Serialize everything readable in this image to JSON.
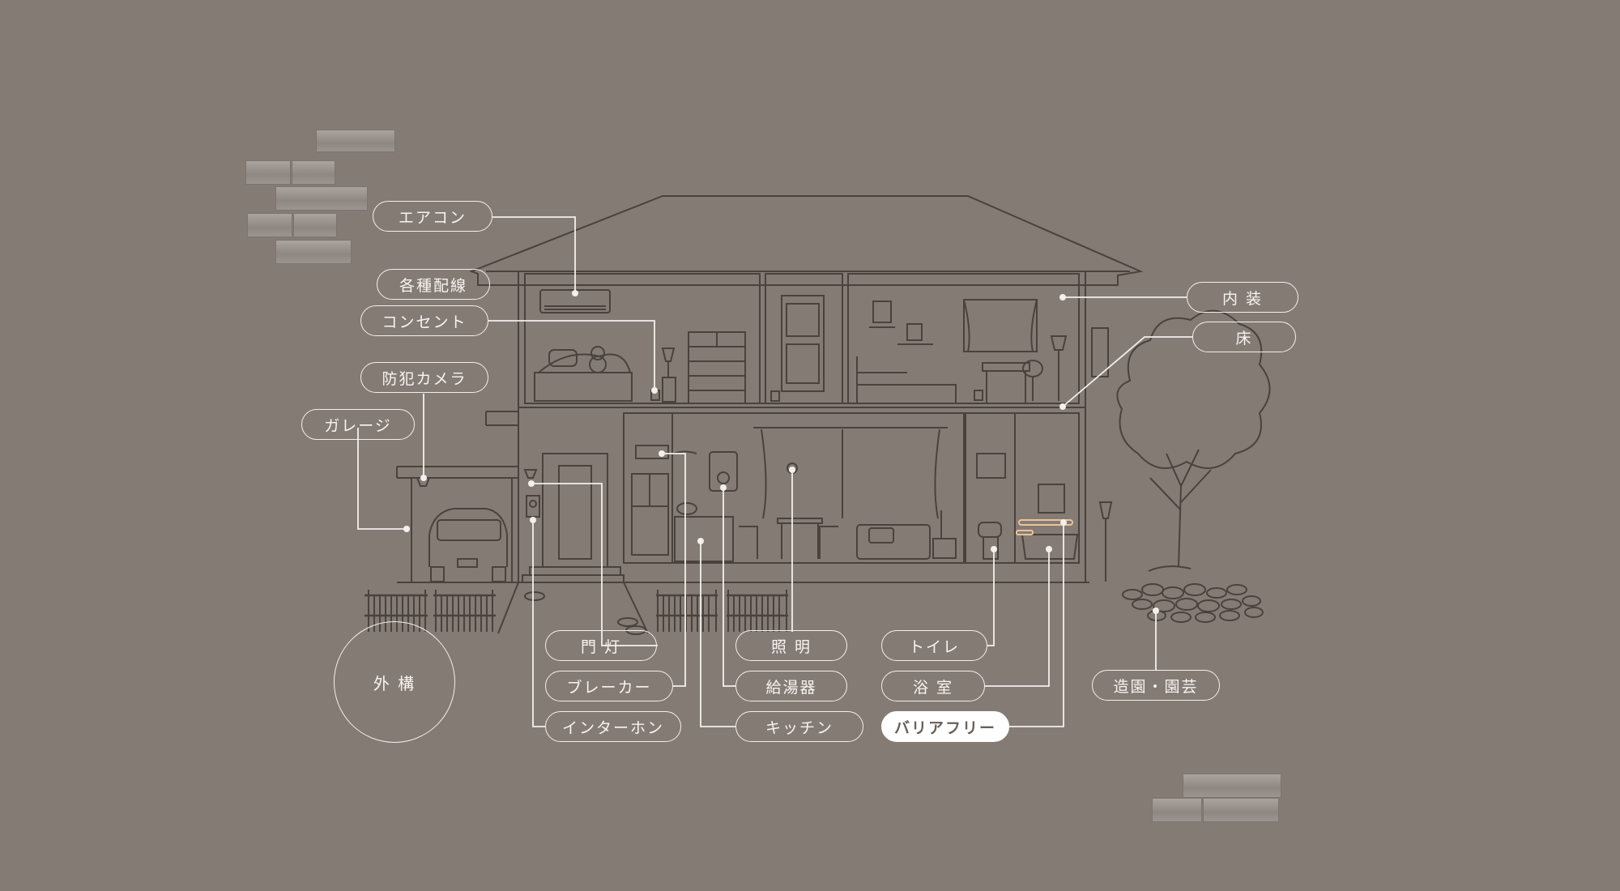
{
  "labels": {
    "aircon": "エアコン",
    "wiring": "各種配線",
    "outlet": "コンセント",
    "camera": "防犯カメラ",
    "garage": "ガレージ",
    "gate_light": "門 灯",
    "breaker": "ブレーカー",
    "intercom": "インターホン",
    "lighting": "照 明",
    "water_heater": "給湯器",
    "kitchen": "キッチン",
    "toilet": "トイレ",
    "bathroom": "浴 室",
    "barrier_free": "バリアフリー",
    "interior": "内 装",
    "floor": "床",
    "landscaping": "造園・園芸",
    "exterior": "外 構"
  },
  "active_item": "barrier_free",
  "colors": {
    "background": "#857b75",
    "line": "#f3efeb",
    "sketch": "#4a423d",
    "active_fill": "#ffffff"
  }
}
